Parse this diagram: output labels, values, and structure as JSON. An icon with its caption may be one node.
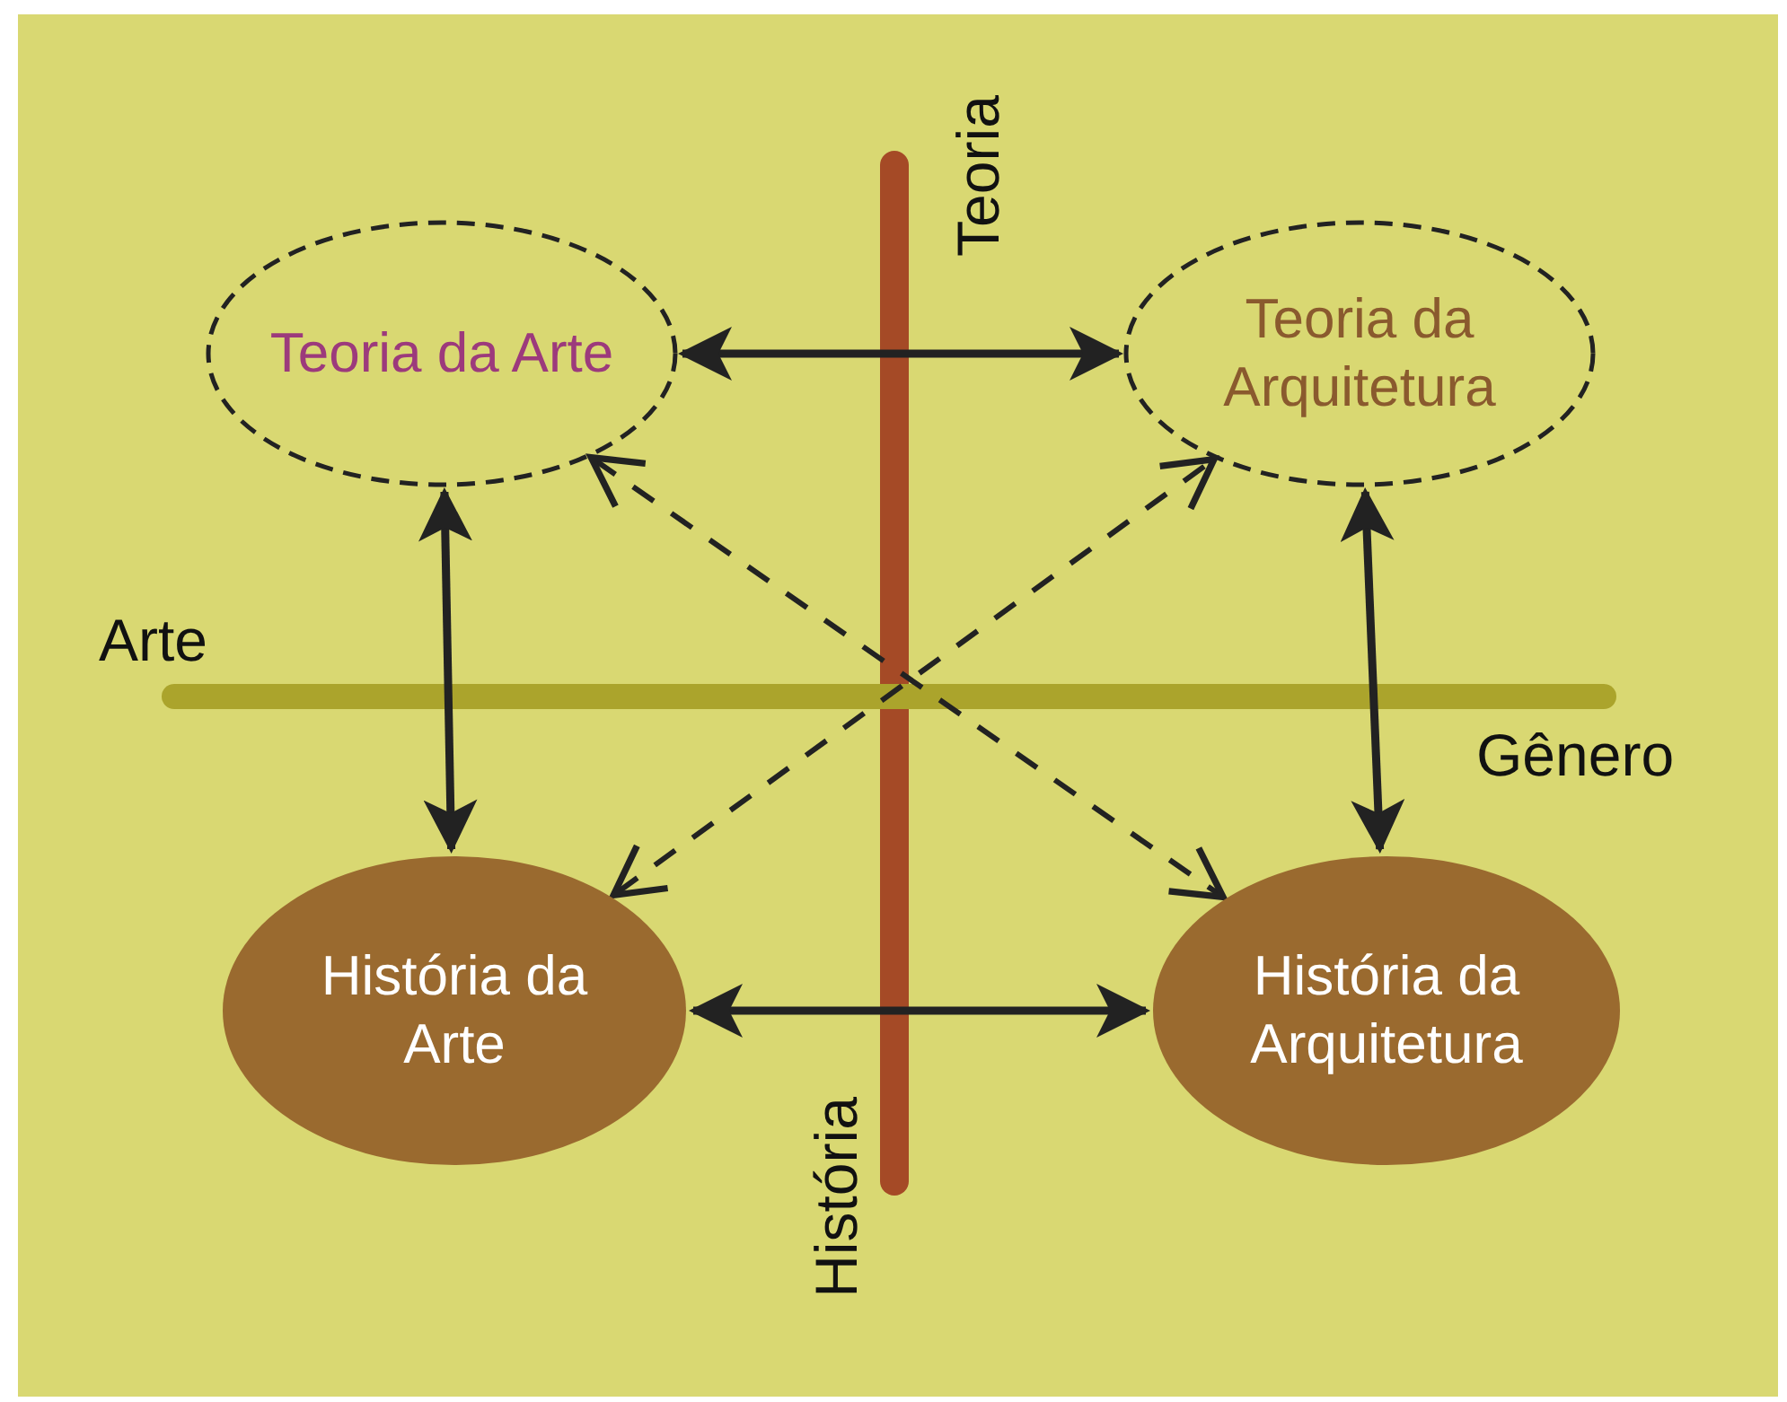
{
  "diagram": {
    "nodes": [
      {
        "text": [
          "Teoria da Arte"
        ]
      },
      {
        "text": [
          "Teoria da Arquitetura"
        ]
      },
      {
        "text": [
          "História da Arte"
        ]
      },
      {
        "text": [
          "História da Arquitetura"
        ]
      }
    ],
    "edges": [
      {
        "from": 0,
        "to": 1,
        "arrow": "both"
      },
      {
        "from": 0,
        "to": 2,
        "arrow": "both"
      },
      {
        "from": 1,
        "to": 3,
        "arrow": "both"
      },
      {
        "from": 2,
        "to": 3,
        "arrow": "both"
      },
      {
        "from": 0,
        "to": 3,
        "arrow": "both",
        "style": "dashed"
      },
      {
        "from": 2,
        "to": 1,
        "arrow": "both",
        "style": "dashed"
      }
    ],
    "labels": [
      "Teoria",
      "Arte",
      "Gênero",
      "História"
    ]
  }
}
